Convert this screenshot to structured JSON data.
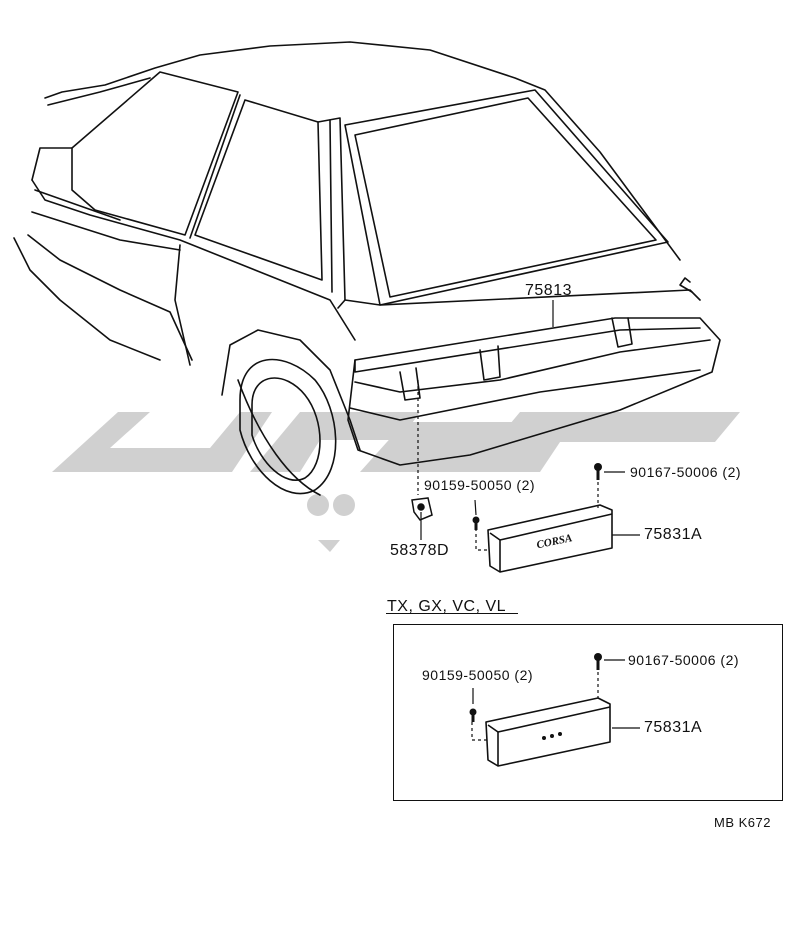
{
  "labels": {
    "part_75813": "75813",
    "screw_top": "90167-50006 (2)",
    "screw_side": "90159-50050 (2)",
    "clip": "58378D",
    "garnish": "75831A",
    "emblem": "CORSA",
    "variant_heading": "TX, GX, VC, VL",
    "inset_screw_top": "90167-50006 (2)",
    "inset_screw_side": "90159-50050 (2)",
    "inset_garnish": "75831A",
    "drawing_code": "MB K672"
  },
  "colors": {
    "line": "#111111",
    "watermark": "#c8c8c8"
  }
}
